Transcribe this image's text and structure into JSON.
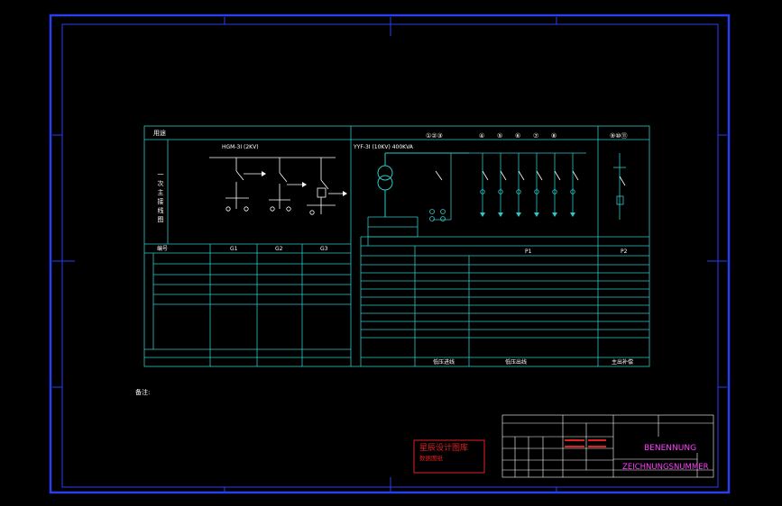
{
  "drawing": {
    "colors": {
      "background": "#000000",
      "viewport_frame": "#d4d0c8",
      "sheet_border": "#2a3ef0",
      "linework": "#2ec7c7",
      "text": "#ffffff",
      "title_accent": "#ff40ff",
      "stamp_red": "#e02020"
    },
    "title_block": {
      "benennung": "BENENNUNG",
      "zeichnungsnummer": "ZEICHNUNGSNUMMER"
    },
    "stamp": {
      "line1": "星辰设计图库",
      "line2": "数据图纸"
    },
    "note_label": "备注:",
    "left_panel": {
      "header": "用途",
      "category": "一次主接线图",
      "breaker_label": "HGM-3I (2KV)",
      "row_header_number": "编号",
      "cabinet_numbers": [
        "G1",
        "G2",
        "G3"
      ]
    },
    "right_panel": {
      "transformer_label": "YYF-3I (10KV) 400KVA",
      "circuit_groups": [
        "①②③",
        "④",
        "⑤",
        "⑥",
        "⑦",
        "⑧",
        "⑨⑩⑪"
      ],
      "cabinet_numbers": [
        "P1",
        "P2"
      ],
      "bottom_labels": [
        "低压进线",
        "低压出线",
        "主出补偿"
      ]
    }
  }
}
